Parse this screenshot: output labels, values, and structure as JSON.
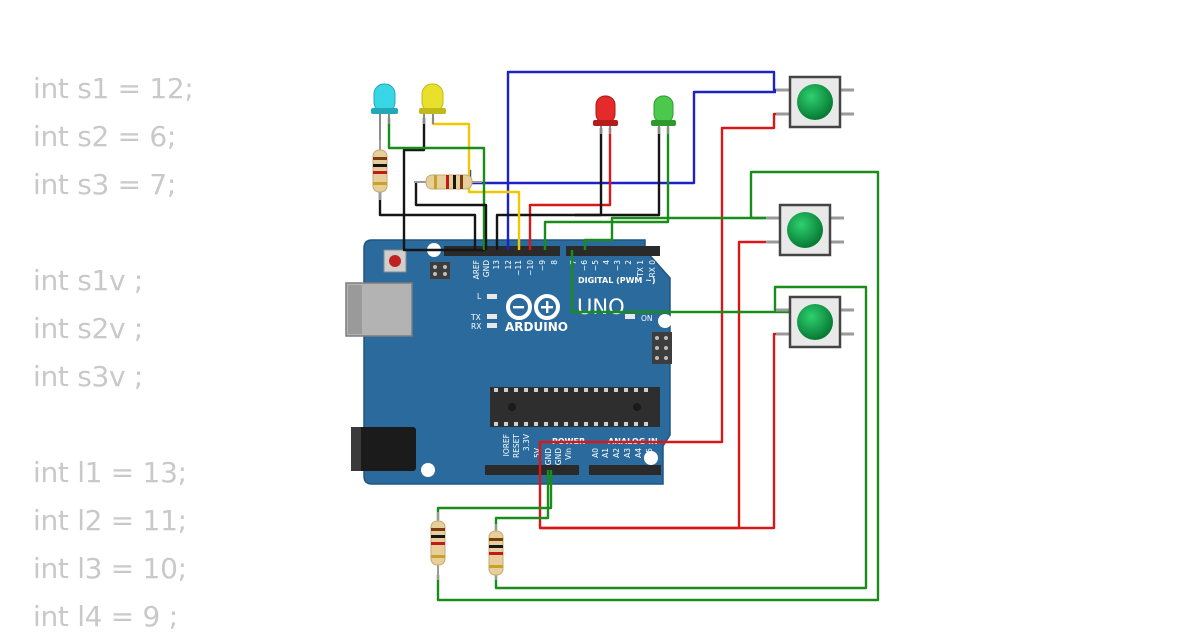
{
  "code_lines": [
    "int s1 = 12;",
    "int s2 = 6;",
    "int s3 = 7;",
    "",
    "int s1v ;",
    "int s2v ;",
    "int s3v ;",
    "",
    "int l1 = 13;",
    "int l2 = 11;",
    "int l3 = 10;",
    "int l4 = 9 ;"
  ],
  "board": {
    "brand": "ARDUINO",
    "model": "UNO",
    "digital_label": "DIGITAL (PWM ~)",
    "power_label": "POWER",
    "analog_label": "ANALOG IN",
    "on_label": "ON",
    "l_label": "L",
    "tx_label": "TX",
    "rx_label": "RX",
    "top_pins_left": [
      "AREF",
      "GND",
      "13",
      "12",
      "~11",
      "~10",
      "~9",
      "8"
    ],
    "top_pins_right": [
      "7",
      "~6",
      "~5",
      "4",
      "~3",
      "2",
      "TX 1",
      "RX 0"
    ],
    "power_pins": [
      "IOREF",
      "RESET",
      "3.3V",
      "5V",
      "GND",
      "GND",
      "Vin"
    ],
    "analog_pins": [
      "A0",
      "A1",
      "A2",
      "A3",
      "A4",
      "A5"
    ],
    "board_color": "#2b6a9c"
  },
  "components": {
    "leds": [
      {
        "id": "cyan",
        "color": "#39d6e6"
      },
      {
        "id": "yellow",
        "color": "#e8e02a"
      },
      {
        "id": "red",
        "color": "#e42a2a"
      },
      {
        "id": "green",
        "color": "#4cc94c"
      }
    ],
    "buttons": [
      "button-1",
      "button-2",
      "button-3"
    ],
    "button_color": "#0aa34a"
  },
  "wire_colors": {
    "blue": "#1c22c4",
    "red": "#d81818",
    "green": "#1a8c1a",
    "black": "#151515",
    "yellow": "#f0c800"
  }
}
